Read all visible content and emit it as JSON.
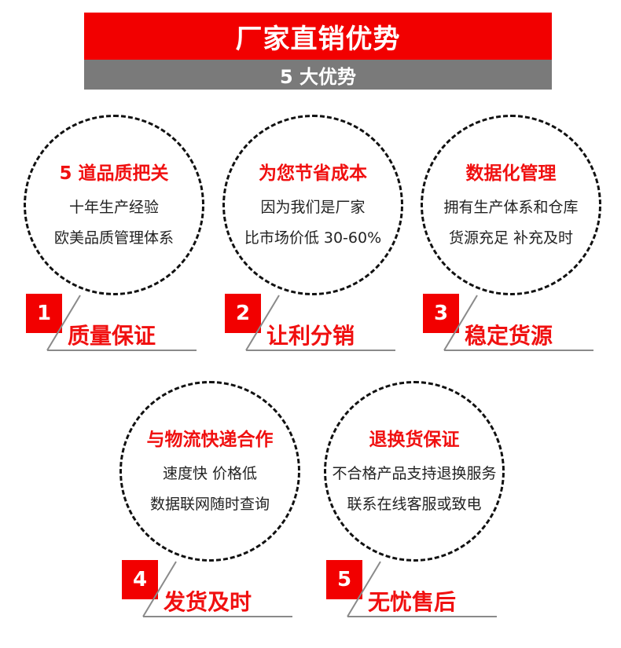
{
  "header": {
    "title": "厂家直销优势",
    "subtitle": "5 大优势",
    "colors": {
      "title_bg": "#f20000",
      "subtitle_bg": "#7a7a7a",
      "accent_text": "#f01010"
    }
  },
  "advantages": [
    {
      "number": "1",
      "label": "质量保证",
      "heading": "5 道品质把关",
      "lines": [
        "十年生产经验",
        "欧美品质管理体系"
      ]
    },
    {
      "number": "2",
      "label": "让利分销",
      "heading": "为您节省成本",
      "lines": [
        "因为我们是厂家",
        "比市场价低 30-60%"
      ]
    },
    {
      "number": "3",
      "label": "稳定货源",
      "heading": "数据化管理",
      "lines": [
        "拥有生产体系和仓库",
        "货源充足 补充及时"
      ]
    },
    {
      "number": "4",
      "label": "发货及时",
      "heading": "与物流快递合作",
      "lines": [
        "速度快 价格低",
        "数据联网随时查询"
      ]
    },
    {
      "number": "5",
      "label": "无忧售后",
      "heading": "退换货保证",
      "lines": [
        "不合格产品支持退换服务",
        "联系在线客服或致电"
      ]
    }
  ]
}
